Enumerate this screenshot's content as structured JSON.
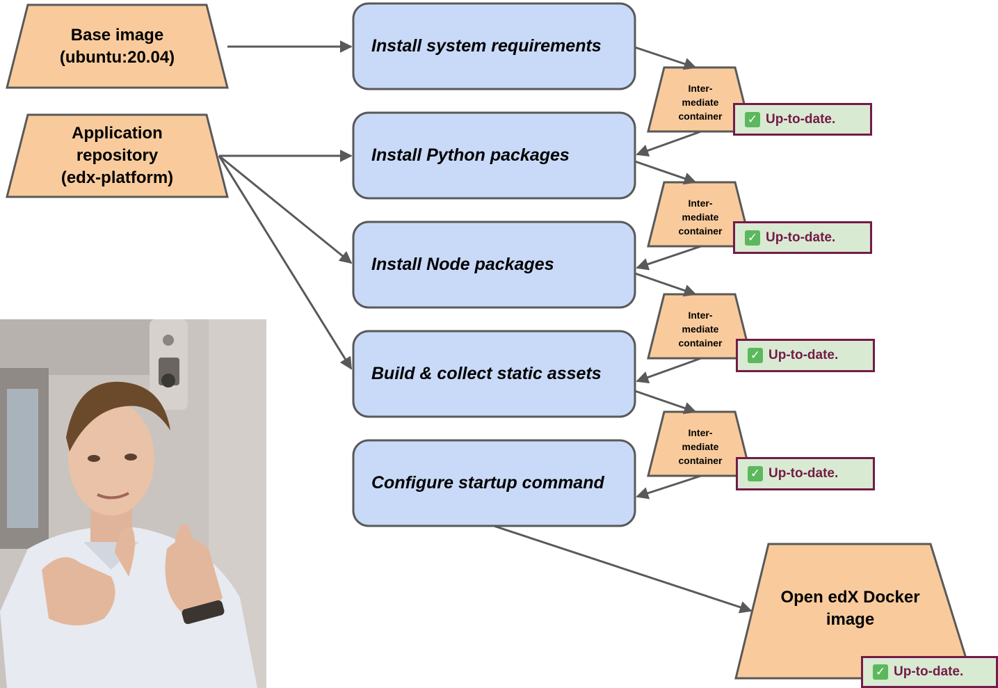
{
  "sources": [
    {
      "label": "Base image\n(ubuntu:20.04)"
    },
    {
      "label": "Application\nrepository\n(edx-platform)"
    }
  ],
  "steps": [
    {
      "label": "Install system requirements"
    },
    {
      "label": "Install Python packages"
    },
    {
      "label": "Install Node packages"
    },
    {
      "label": "Build & collect static assets"
    },
    {
      "label": "Configure startup command"
    }
  ],
  "intermediates": [
    {
      "label": "Inter-\nmediate\ncontainer"
    },
    {
      "label": "Inter-\nmediate\ncontainer"
    },
    {
      "label": "Inter-\nmediate\ncontainer"
    },
    {
      "label": "Inter-\nmediate\ncontainer"
    }
  ],
  "badges": [
    {
      "check": "✓",
      "text": "Up-to-date."
    },
    {
      "check": "✓",
      "text": "Up-to-date."
    },
    {
      "check": "✓",
      "text": "Up-to-date."
    },
    {
      "check": "✓",
      "text": "Up-to-date."
    },
    {
      "check": "✓",
      "text": "Up-to-date."
    }
  ],
  "output": {
    "label": "Open edX Docker\nimage"
  },
  "photo": {
    "icon": "thumbs-up-person-photo"
  },
  "colors": {
    "trapezoid_fill": "#f9cb9c",
    "step_fill": "#c9daf8",
    "outline": "#595959",
    "badge_fill": "#d9ead3",
    "badge_border": "#741b47"
  }
}
